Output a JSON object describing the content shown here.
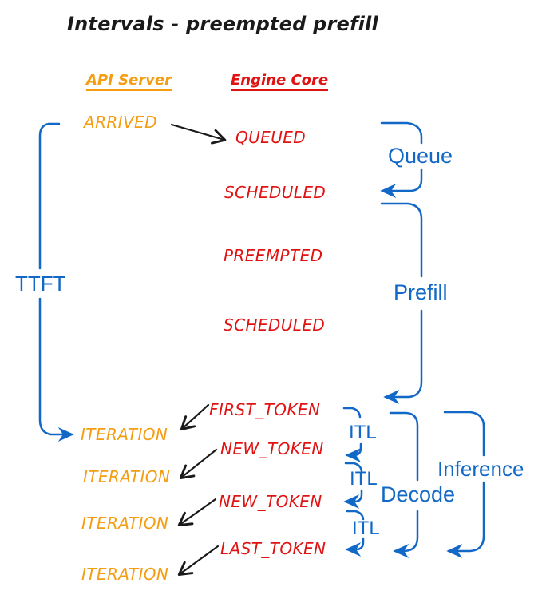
{
  "title": "Intervals - preempted prefill",
  "columns": {
    "api_server": "API Server",
    "engine_core": "Engine Core"
  },
  "api_events": {
    "arrived": "ARRIVED",
    "iteration1": "ITERATION",
    "iteration2": "ITERATION",
    "iteration3": "ITERATION",
    "iteration4": "ITERATION"
  },
  "engine_events": {
    "queued": "QUEUED",
    "scheduled1": "SCHEDULED",
    "preempted": "PREEMPTED",
    "scheduled2": "SCHEDULED",
    "first_token": "FIRST_TOKEN",
    "new_token1": "NEW_TOKEN",
    "new_token2": "NEW_TOKEN",
    "last_token": "LAST_TOKEN"
  },
  "intervals": {
    "ttft": "TTFT",
    "queue": "Queue",
    "prefill": "Prefill",
    "itl1": "ITL",
    "itl2": "ITL",
    "itl3": "ITL",
    "decode": "Decode",
    "inference": "Inference"
  },
  "colors": {
    "api_server_orange": "#F49D10",
    "engine_core_red": "#E01313",
    "interval_blue": "#1268C6",
    "connector_black": "#1a1a1a",
    "background": "#ffffff"
  }
}
